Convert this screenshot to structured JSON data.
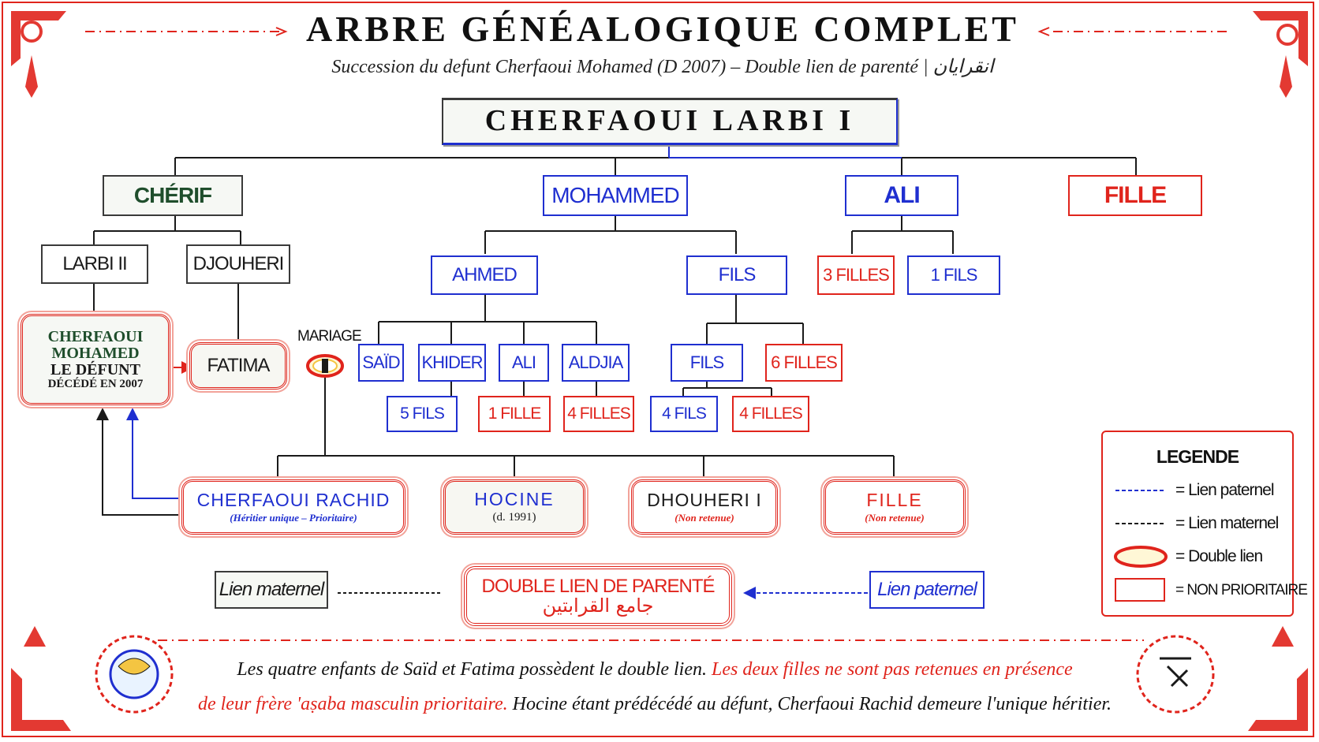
{
  "header": {
    "title": "ARBRE GÉNÉALOGIQUE COMPLET",
    "subtitle": "Succession du defunt Cherfaoui Mohamed (D 2007) – Double lien de parenté | انقرايان"
  },
  "root": {
    "name": "CHERFAOUI LARBI I"
  },
  "gen1": {
    "cherif": "CHÉRIF",
    "mohammed": "MOHAMMED",
    "ali": "ALI",
    "fille": "FILLE"
  },
  "gen2": {
    "larbi2": "LARBI II",
    "djouheri": "DJOUHERI",
    "ahmed": "AHMED",
    "fils_m": "FILS",
    "trois_filles": "3 FILLES",
    "un_fils": "1 FILS"
  },
  "defunt": {
    "line1": "CHERFAOUI",
    "line2": "MOHAMED",
    "line3": "LE DÉFUNT",
    "line4": "DÉCÉDÉ EN 2007"
  },
  "fatima": "FATIMA",
  "mariage": "MARIAGE",
  "gen3": {
    "said": "SAÏD",
    "khider": "KHIDER",
    "ali": "ALI",
    "aldjia": "ALDJIA",
    "fils": "FILS",
    "six_filles": "6 FILLES"
  },
  "gen4": {
    "cinq_fils": "5 FILS",
    "une_fille": "1 FILLE",
    "quatre_filles_a": "4 FILLES",
    "quatre_fils": "4 FILS",
    "quatre_filles_b": "4 FILLES"
  },
  "children": {
    "rachid": "CHERFAOUI RACHID",
    "rachid_note": "(Héritier unique – Prioritaire)",
    "hocine": "HOCINE",
    "hocine_note": "(d. 1991)",
    "dhouheri": "DHOUHERI I",
    "dhouheri_note": "(Non retenue)",
    "fille": "FILLE",
    "fille_note": "(Non retenue)"
  },
  "links": {
    "maternel": "Lien maternel",
    "paternel": "Lien paternel",
    "double": "DOUBLE LIEN DE PARENTÉ",
    "double_ar": "جامع القرابتين"
  },
  "legend": {
    "title": "LEGENDE",
    "paternel": "= Lien paternel",
    "maternel": "= Lien maternel",
    "double": "= Double lien",
    "non_prioritaire": "= NON PRIORITAIRE"
  },
  "footer": {
    "part1": "Les quatre enfants de Saïd et Fatima possèdent le double lien.",
    "part2": "Les deux filles ne sont pas retenues en présence",
    "part3": "de leur frère 'aṣaba masculin prioritaire.",
    "part4": "Hocine étant prédécédé au défunt, Cherfaoui Rachid demeure l'unique héritier."
  },
  "colors": {
    "paternal": "#1f2fd0",
    "maternal": "#1a1a1a",
    "non_prioritaire": "#e0241c",
    "frame": "#e0241c"
  }
}
